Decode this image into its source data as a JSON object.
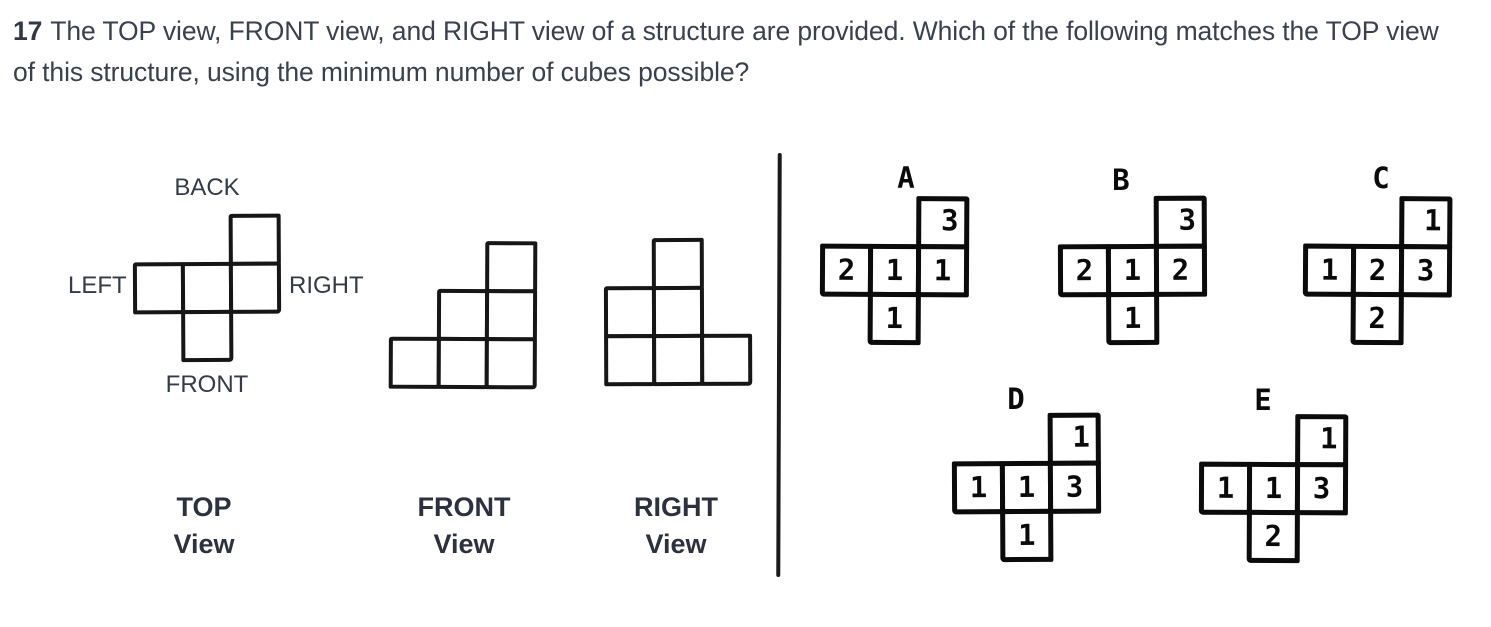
{
  "question": {
    "number": "17",
    "line1": "The TOP view, FRONT view, and RIGHT view of a structure are provided. Which of the following matches the TOP view",
    "line2": "of this structure, using the minimum number of cubes possible?"
  },
  "views": {
    "top": {
      "caption_title": "TOP",
      "caption_sub": "View",
      "direction_labels": {
        "back": "BACK",
        "left": "LEFT",
        "right": "RIGHT",
        "front": "FRONT"
      },
      "cells": [
        {
          "row": 0,
          "col": 2
        },
        {
          "row": 1,
          "col": 0
        },
        {
          "row": 1,
          "col": 1
        },
        {
          "row": 1,
          "col": 2
        },
        {
          "row": 2,
          "col": 1
        }
      ]
    },
    "front": {
      "caption_title": "FRONT",
      "caption_sub": "View",
      "cells": [
        {
          "row": 0,
          "col": 2
        },
        {
          "row": 1,
          "col": 1
        },
        {
          "row": 1,
          "col": 2
        },
        {
          "row": 2,
          "col": 0
        },
        {
          "row": 2,
          "col": 1
        },
        {
          "row": 2,
          "col": 2
        }
      ]
    },
    "right": {
      "caption_title": "RIGHT",
      "caption_sub": "View",
      "cells": [
        {
          "row": 0,
          "col": 1
        },
        {
          "row": 1,
          "col": 0
        },
        {
          "row": 1,
          "col": 1
        },
        {
          "row": 2,
          "col": 0
        },
        {
          "row": 2,
          "col": 1
        },
        {
          "row": 2,
          "col": 2
        }
      ]
    }
  },
  "options": [
    {
      "label": "A",
      "cells": [
        {
          "row": 0,
          "col": 2,
          "value": "3"
        },
        {
          "row": 1,
          "col": 0,
          "value": "2"
        },
        {
          "row": 1,
          "col": 1,
          "value": "1"
        },
        {
          "row": 1,
          "col": 2,
          "value": "1"
        },
        {
          "row": 2,
          "col": 1,
          "value": "1"
        }
      ]
    },
    {
      "label": "B",
      "cells": [
        {
          "row": 0,
          "col": 2,
          "value": "3"
        },
        {
          "row": 1,
          "col": 0,
          "value": "2"
        },
        {
          "row": 1,
          "col": 1,
          "value": "1"
        },
        {
          "row": 1,
          "col": 2,
          "value": "2"
        },
        {
          "row": 2,
          "col": 1,
          "value": "1"
        }
      ]
    },
    {
      "label": "C",
      "cells": [
        {
          "row": 0,
          "col": 2,
          "value": "1"
        },
        {
          "row": 1,
          "col": 0,
          "value": "1"
        },
        {
          "row": 1,
          "col": 1,
          "value": "2"
        },
        {
          "row": 1,
          "col": 2,
          "value": "3"
        },
        {
          "row": 2,
          "col": 1,
          "value": "2"
        }
      ]
    },
    {
      "label": "D",
      "cells": [
        {
          "row": 0,
          "col": 2,
          "value": "1"
        },
        {
          "row": 1,
          "col": 0,
          "value": "1"
        },
        {
          "row": 1,
          "col": 1,
          "value": "1"
        },
        {
          "row": 1,
          "col": 2,
          "value": "3"
        },
        {
          "row": 2,
          "col": 1,
          "value": "1"
        }
      ]
    },
    {
      "label": "E",
      "cells": [
        {
          "row": 0,
          "col": 2,
          "value": "1"
        },
        {
          "row": 1,
          "col": 0,
          "value": "1"
        },
        {
          "row": 1,
          "col": 1,
          "value": "1"
        },
        {
          "row": 1,
          "col": 2,
          "value": "3"
        },
        {
          "row": 2,
          "col": 1,
          "value": "2"
        }
      ]
    }
  ],
  "colors": {
    "ink": "#161616",
    "question_text": "#39414e"
  }
}
